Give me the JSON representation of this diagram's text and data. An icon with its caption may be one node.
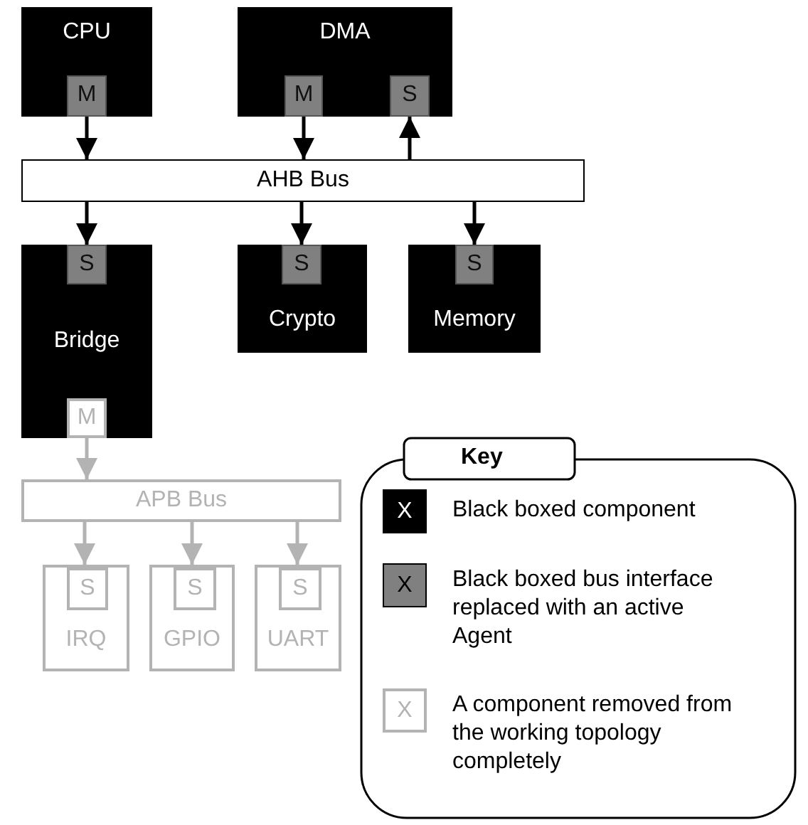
{
  "diagram": {
    "nodes": [
      {
        "text": [
          "CPU"
        ]
      },
      {
        "text": [
          "M"
        ],
        "in": 0
      },
      {
        "text": [
          "DMA"
        ]
      },
      {
        "text": [
          "M"
        ],
        "in": 2
      },
      {
        "text": [
          "S"
        ],
        "in": 2
      },
      {
        "text": [
          "AHB Bus"
        ]
      },
      {
        "text": [
          "Bridge"
        ]
      },
      {
        "text": [
          "S"
        ],
        "in": 6
      },
      {
        "text": [
          "M"
        ],
        "in": 6
      },
      {
        "text": [
          "Crypto"
        ]
      },
      {
        "text": [
          "S"
        ],
        "in": 9
      },
      {
        "text": [
          "Memory"
        ]
      },
      {
        "text": [
          "S"
        ],
        "in": 11
      },
      {
        "text": [
          "APB Bus"
        ]
      },
      {
        "text": [
          "IRQ"
        ]
      },
      {
        "text": [
          "S"
        ],
        "in": 14
      },
      {
        "text": [
          "GPIO"
        ]
      },
      {
        "text": [
          "S"
        ],
        "in": 16
      },
      {
        "text": [
          "UART"
        ]
      },
      {
        "text": [
          "S"
        ],
        "in": 18
      }
    ],
    "edges": [
      {
        "from": 1,
        "to": 5,
        "arrow": "to"
      },
      {
        "from": 3,
        "to": 5,
        "arrow": "to"
      },
      {
        "from": 5,
        "to": 4,
        "arrow": "to"
      },
      {
        "from": 5,
        "to": 7,
        "arrow": "to"
      },
      {
        "from": 5,
        "to": 10,
        "arrow": "to"
      },
      {
        "from": 5,
        "to": 12,
        "arrow": "to"
      },
      {
        "from": 8,
        "to": 13,
        "arrow": "to",
        "color": "#b3b3b3"
      },
      {
        "from": 13,
        "to": 15,
        "arrow": "to",
        "color": "#b3b3b3"
      },
      {
        "from": 13,
        "to": 17,
        "arrow": "to",
        "color": "#b3b3b3"
      },
      {
        "from": 13,
        "to": 19,
        "arrow": "to",
        "color": "#b3b3b3"
      }
    ],
    "labels": [
      "Key",
      "X",
      "X",
      "X"
    ],
    "legend": [
      {
        "text": "Black boxed component",
        "color": "#000000"
      },
      {
        "text": "Black boxed bus interface replaced with an active Agent",
        "color": "#808080"
      },
      {
        "text": "A component removed from the working topology completely"
      }
    ]
  }
}
